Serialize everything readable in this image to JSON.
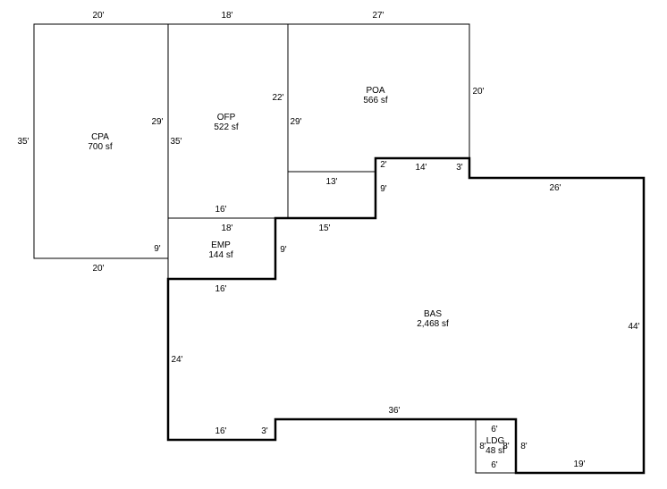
{
  "areas": {
    "cpa": {
      "name": "CPA",
      "area": "700 sf"
    },
    "ofp": {
      "name": "OFP",
      "area": "522 sf"
    },
    "poa": {
      "name": "POA",
      "area": "566 sf"
    },
    "emp": {
      "name": "EMP",
      "area": "144 sf"
    },
    "bas": {
      "name": "BAS",
      "area": "2,468 sf"
    },
    "ldg": {
      "name": "LDG",
      "area": "48 sf"
    }
  },
  "dimensions": {
    "cpa_top": "20'",
    "cpa_left": "35'",
    "cpa_right": "29'",
    "cpa_right_lower": "9'",
    "cpa_bottom": "20'",
    "ofp_top": "18'",
    "ofp_left": "35'",
    "ofp_right": "22'",
    "ofp_bottom": "16'",
    "poa_top": "27'",
    "poa_left": "29'",
    "poa_right": "20'",
    "poa_inner": "13'",
    "emp_top": "18'",
    "emp_right": "9'",
    "emp_bottom": "16'",
    "bas_step_2": "2'",
    "bas_step_14": "14'",
    "bas_step_3": "3'",
    "bas_step_9": "9'",
    "bas_step_15": "15'",
    "bas_top_26": "26'",
    "bas_right_44": "44'",
    "bas_left_24": "24'",
    "bas_bottom_36": "36'",
    "bas_bottom_16": "16'",
    "bas_bottom_3": "3'",
    "bas_bottom_19": "19'",
    "bas_right_8": "8'",
    "ldg_top": "6'",
    "ldg_bottom": "6'",
    "ldg_left": "8'",
    "ldg_right": "8'"
  }
}
